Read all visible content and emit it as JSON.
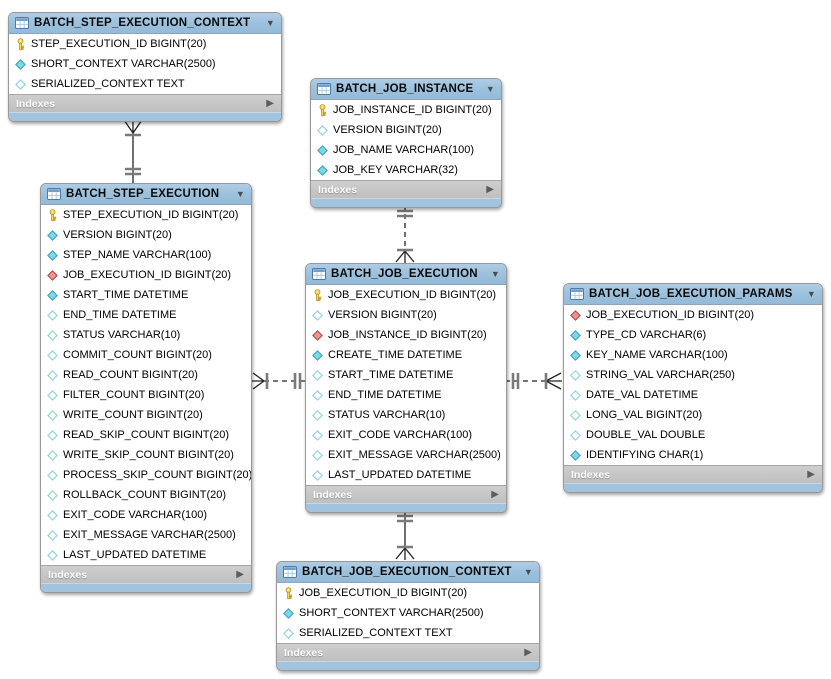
{
  "diagram": {
    "title": "Spring Batch schema ER diagram",
    "colors": {
      "table_header_blue": "#9ac0dc",
      "footer_gray": "#c6c6c6",
      "primary_key_yellow": "#f9d856",
      "not_null_cyan": "#7fd8ea",
      "nullable_white": "#ffffff",
      "foreign_key_red": "#ee938f",
      "connector_line": "#222222",
      "connector_bar_gray": "#7a7a7a"
    },
    "tables": [
      {
        "name": "BATCH_STEP_EXECUTION_CONTEXT",
        "header_icon": "table-icon",
        "collapse_icon": "chevron-down-icon",
        "footer": {
          "label": "Indexes",
          "expand_icon": "arrow-right-icon"
        },
        "columns": [
          {
            "icon": "primary-key-icon",
            "label": "STEP_EXECUTION_ID BIGINT(20)"
          },
          {
            "icon": "not-null-diamond-icon",
            "label": "SHORT_CONTEXT VARCHAR(2500)"
          },
          {
            "icon": "nullable-diamond-icon",
            "label": "SERIALIZED_CONTEXT TEXT"
          }
        ]
      },
      {
        "name": "BATCH_JOB_INSTANCE",
        "header_icon": "table-icon",
        "collapse_icon": "chevron-down-icon",
        "footer": {
          "label": "Indexes",
          "expand_icon": "arrow-right-icon"
        },
        "columns": [
          {
            "icon": "primary-key-icon",
            "label": "JOB_INSTANCE_ID BIGINT(20)"
          },
          {
            "icon": "nullable-diamond-icon",
            "label": "VERSION BIGINT(20)"
          },
          {
            "icon": "not-null-diamond-icon",
            "label": "JOB_NAME VARCHAR(100)"
          },
          {
            "icon": "not-null-diamond-icon",
            "label": "JOB_KEY VARCHAR(32)"
          }
        ]
      },
      {
        "name": "BATCH_STEP_EXECUTION",
        "header_icon": "table-icon",
        "collapse_icon": "chevron-down-icon",
        "footer": {
          "label": "Indexes",
          "expand_icon": "arrow-right-icon"
        },
        "columns": [
          {
            "icon": "primary-key-icon",
            "label": "STEP_EXECUTION_ID BIGINT(20)"
          },
          {
            "icon": "not-null-diamond-icon",
            "label": "VERSION BIGINT(20)"
          },
          {
            "icon": "not-null-diamond-icon",
            "label": "STEP_NAME VARCHAR(100)"
          },
          {
            "icon": "foreign-key-diamond-icon",
            "label": "JOB_EXECUTION_ID BIGINT(20)"
          },
          {
            "icon": "not-null-diamond-icon",
            "label": "START_TIME DATETIME"
          },
          {
            "icon": "nullable-diamond-icon",
            "label": "END_TIME DATETIME"
          },
          {
            "icon": "nullable-diamond-icon",
            "label": "STATUS VARCHAR(10)"
          },
          {
            "icon": "nullable-diamond-icon",
            "label": "COMMIT_COUNT BIGINT(20)"
          },
          {
            "icon": "nullable-diamond-icon",
            "label": "READ_COUNT BIGINT(20)"
          },
          {
            "icon": "nullable-diamond-icon",
            "label": "FILTER_COUNT BIGINT(20)"
          },
          {
            "icon": "nullable-diamond-icon",
            "label": "WRITE_COUNT BIGINT(20)"
          },
          {
            "icon": "nullable-diamond-icon",
            "label": "READ_SKIP_COUNT BIGINT(20)"
          },
          {
            "icon": "nullable-diamond-icon",
            "label": "WRITE_SKIP_COUNT BIGINT(20)"
          },
          {
            "icon": "nullable-diamond-icon",
            "label": "PROCESS_SKIP_COUNT BIGINT(20)"
          },
          {
            "icon": "nullable-diamond-icon",
            "label": "ROLLBACK_COUNT BIGINT(20)"
          },
          {
            "icon": "nullable-diamond-icon",
            "label": "EXIT_CODE VARCHAR(100)"
          },
          {
            "icon": "nullable-diamond-icon",
            "label": "EXIT_MESSAGE VARCHAR(2500)"
          },
          {
            "icon": "nullable-diamond-icon",
            "label": "LAST_UPDATED DATETIME"
          }
        ]
      },
      {
        "name": "BATCH_JOB_EXECUTION",
        "header_icon": "table-icon",
        "collapse_icon": "chevron-down-icon",
        "footer": {
          "label": "Indexes",
          "expand_icon": "arrow-right-icon"
        },
        "columns": [
          {
            "icon": "primary-key-icon",
            "label": "JOB_EXECUTION_ID BIGINT(20)"
          },
          {
            "icon": "nullable-diamond-icon",
            "label": "VERSION BIGINT(20)"
          },
          {
            "icon": "foreign-key-diamond-icon",
            "label": "JOB_INSTANCE_ID BIGINT(20)"
          },
          {
            "icon": "not-null-diamond-icon",
            "label": "CREATE_TIME DATETIME"
          },
          {
            "icon": "nullable-diamond-icon",
            "label": "START_TIME DATETIME"
          },
          {
            "icon": "nullable-diamond-icon",
            "label": "END_TIME DATETIME"
          },
          {
            "icon": "nullable-diamond-icon",
            "label": "STATUS VARCHAR(10)"
          },
          {
            "icon": "nullable-diamond-icon",
            "label": "EXIT_CODE VARCHAR(100)"
          },
          {
            "icon": "nullable-diamond-icon",
            "label": "EXIT_MESSAGE VARCHAR(2500)"
          },
          {
            "icon": "nullable-diamond-icon",
            "label": "LAST_UPDATED DATETIME"
          }
        ]
      },
      {
        "name": "BATCH_JOB_EXECUTION_PARAMS",
        "header_icon": "table-icon",
        "collapse_icon": "chevron-down-icon",
        "footer": {
          "label": "Indexes",
          "expand_icon": "arrow-right-icon"
        },
        "columns": [
          {
            "icon": "foreign-key-diamond-icon",
            "label": "JOB_EXECUTION_ID BIGINT(20)"
          },
          {
            "icon": "not-null-diamond-icon",
            "label": "TYPE_CD VARCHAR(6)"
          },
          {
            "icon": "not-null-diamond-icon",
            "label": "KEY_NAME VARCHAR(100)"
          },
          {
            "icon": "nullable-diamond-icon",
            "label": "STRING_VAL VARCHAR(250)"
          },
          {
            "icon": "nullable-diamond-icon",
            "label": "DATE_VAL DATETIME"
          },
          {
            "icon": "nullable-diamond-icon",
            "label": "LONG_VAL BIGINT(20)"
          },
          {
            "icon": "nullable-diamond-icon",
            "label": "DOUBLE_VAL DOUBLE"
          },
          {
            "icon": "not-null-diamond-icon",
            "label": "IDENTIFYING CHAR(1)"
          }
        ]
      },
      {
        "name": "BATCH_JOB_EXECUTION_CONTEXT",
        "header_icon": "table-icon",
        "collapse_icon": "chevron-down-icon",
        "footer": {
          "label": "Indexes",
          "expand_icon": "arrow-right-icon"
        },
        "columns": [
          {
            "icon": "primary-key-icon",
            "label": "JOB_EXECUTION_ID BIGINT(20)"
          },
          {
            "icon": "not-null-diamond-icon",
            "label": "SHORT_CONTEXT VARCHAR(2500)"
          },
          {
            "icon": "nullable-diamond-icon",
            "label": "SERIALIZED_CONTEXT TEXT"
          }
        ]
      }
    ],
    "relationships": [
      {
        "from": "BATCH_STEP_EXECUTION",
        "to": "BATCH_STEP_EXECUTION_CONTEXT",
        "line": "solid",
        "from_end": "exactly-one",
        "to_end": "many"
      },
      {
        "from": "BATCH_JOB_INSTANCE",
        "to": "BATCH_JOB_EXECUTION",
        "line": "dashed",
        "from_end": "exactly-one",
        "to_end": "many"
      },
      {
        "from": "BATCH_JOB_EXECUTION",
        "to": "BATCH_STEP_EXECUTION",
        "line": "dashed",
        "from_end": "exactly-one",
        "to_end": "many"
      },
      {
        "from": "BATCH_JOB_EXECUTION",
        "to": "BATCH_JOB_EXECUTION_PARAMS",
        "line": "dashed",
        "from_end": "exactly-one",
        "to_end": "many"
      },
      {
        "from": "BATCH_JOB_EXECUTION",
        "to": "BATCH_JOB_EXECUTION_CONTEXT",
        "line": "solid",
        "from_end": "exactly-one",
        "to_end": "many"
      }
    ]
  }
}
